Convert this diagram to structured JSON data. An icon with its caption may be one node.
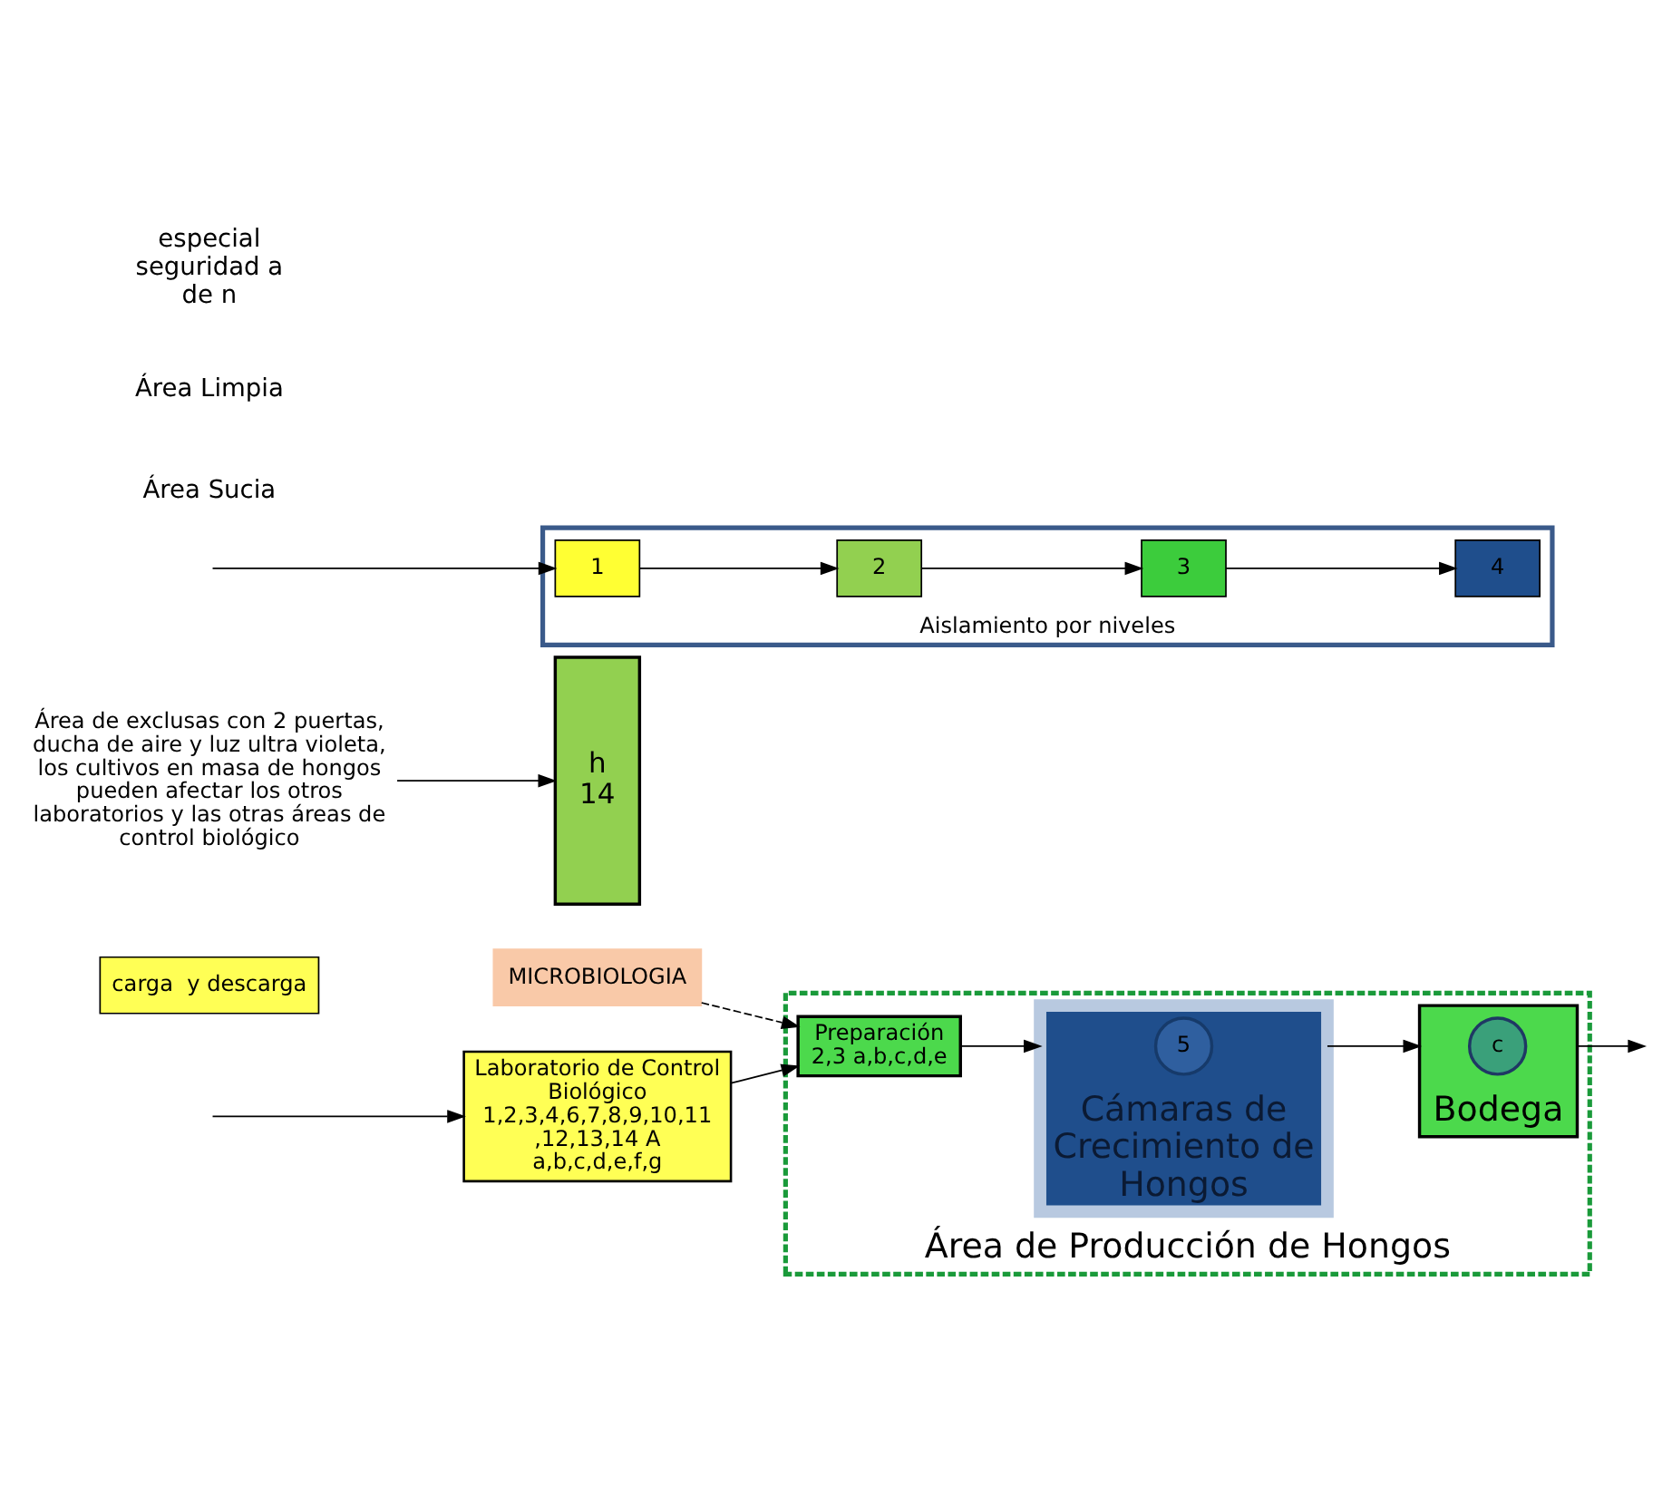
{
  "diagram": {
    "nodes": [
      {
        "text": [
          "Área de Producción de Hongos"
        ]
      },
      {
        "text": [
          "MICROBIOLOGIA"
        ]
      },
      {
        "text": [
          "Laboratorio de Control Biológico",
          "1,2,3,4,6,7,8,9,10,11 ,12,13,14 A",
          "a,b,c,d,e,f,g"
        ]
      },
      {
        "text": [
          "carga  y descarga"
        ]
      },
      {
        "text": [
          "h",
          "14"
        ]
      },
      {
        "text": [
          "Preparación",
          "2,3 a,b,c,d,e"
        ],
        "in": 0
      },
      {
        "text": [
          "Bodega"
        ],
        "in": 0
      },
      {
        "text": [
          "c"
        ],
        "in": 6
      },
      {
        "text": [
          "Cámaras de Crecimiento de Hongos"
        ],
        "in": 0
      },
      {
        "text": [
          "5"
        ],
        "in": 8
      },
      {
        "text": [
          "Área de exclusas con 2 puertas, ducha de aire y luz ultra violeta, los cultivos en masa de hongos pueden afectar los otros laboratorios y las otras áreas de control biológico"
        ]
      },
      {
        "text": [
          "Aislamiento por niveles"
        ]
      },
      {
        "text": [
          "1"
        ],
        "in": 11
      },
      {
        "text": [
          "2"
        ],
        "in": 11
      },
      {
        "text": [
          "3"
        ],
        "in": 11
      },
      {
        "text": [
          "4"
        ],
        "in": 11
      }
    ],
    "edges": [
      {
        "from": null,
        "to": 2,
        "arrow": "to"
      },
      {
        "from": 2,
        "to": 5,
        "arrow": "to"
      },
      {
        "from": 1,
        "to": 5,
        "arrow": "to",
        "style": "dashed"
      },
      {
        "from": 5,
        "to": 8,
        "arrow": "to"
      },
      {
        "from": 8,
        "to": 6,
        "arrow": "to"
      },
      {
        "from": 6,
        "to": null,
        "arrow": "to"
      },
      {
        "from": 10,
        "to": 4,
        "arrow": "to"
      },
      {
        "from": null,
        "to": 12,
        "arrow": "to"
      },
      {
        "from": 12,
        "to": 13,
        "arrow": "to"
      },
      {
        "from": 13,
        "to": 14,
        "arrow": "to"
      },
      {
        "from": 14,
        "to": 15,
        "arrow": "to"
      }
    ],
    "labels": [
      "Área Sucia",
      "Área Limpia",
      "especial seguridad a de n"
    ]
  }
}
